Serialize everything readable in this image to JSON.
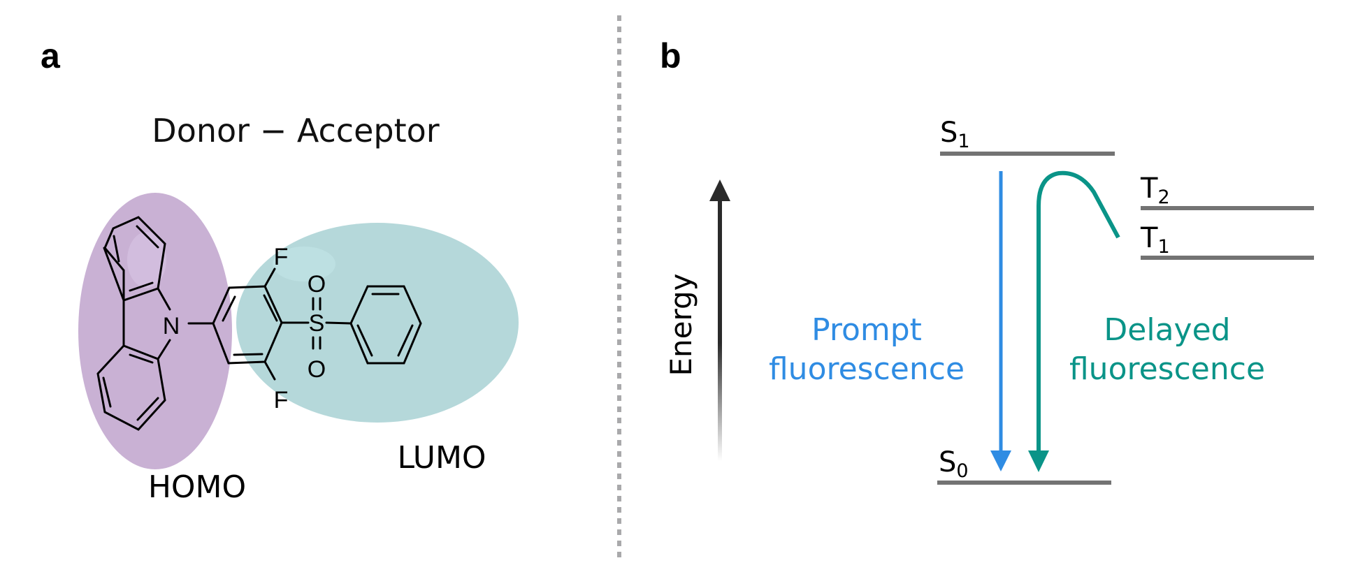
{
  "panels": {
    "a": {
      "label": "a",
      "title": "Donor − Acceptor",
      "homo_label": "HOMO",
      "lumo_label": "LUMO",
      "atoms": {
        "nitrogen": "N",
        "sulfur": "S",
        "oxygen_top": "O",
        "oxygen_bottom": "O",
        "fluorine_top": "F",
        "fluorine_bottom": "F"
      },
      "colors": {
        "donor_region": "#c9b1d4",
        "acceptor_region": "#b5d8da"
      }
    },
    "b": {
      "label": "b",
      "energy_axis_label": "Energy",
      "states": {
        "s1": {
          "letter": "S",
          "sub": "1"
        },
        "t2": {
          "letter": "T",
          "sub": "2"
        },
        "t1": {
          "letter": "T",
          "sub": "1"
        },
        "s0": {
          "letter": "S",
          "sub": "0"
        }
      },
      "prompt": {
        "line1": "Prompt",
        "line2": "fluorescence",
        "color": "#2f8ce3"
      },
      "delayed": {
        "line1": "Delayed",
        "line2": "fluorescence",
        "color": "#0a9488"
      },
      "level_color": "#737373"
    }
  }
}
